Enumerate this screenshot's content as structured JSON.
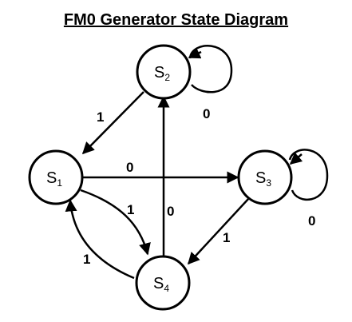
{
  "title": "FM0 Generator State Diagram",
  "states": [
    {
      "id": "s2",
      "main": "S",
      "sub": "2"
    },
    {
      "id": "s1",
      "main": "S",
      "sub": "1"
    },
    {
      "id": "s3",
      "main": "S",
      "sub": "3"
    },
    {
      "id": "s4",
      "main": "S",
      "sub": "4"
    }
  ],
  "transitions": [
    {
      "from": "s2",
      "to": "s2",
      "label": "0"
    },
    {
      "from": "s2",
      "to": "s1",
      "label": "1"
    },
    {
      "from": "s1",
      "to": "s3",
      "label": "0"
    },
    {
      "from": "s3",
      "to": "s3",
      "label": "0"
    },
    {
      "from": "s1",
      "to": "s4",
      "label": "1"
    },
    {
      "from": "s4",
      "to": "s2",
      "label": "0"
    },
    {
      "from": "s3",
      "to": "s4",
      "label": "1"
    },
    {
      "from": "s4",
      "to": "s1",
      "label": "1"
    }
  ]
}
